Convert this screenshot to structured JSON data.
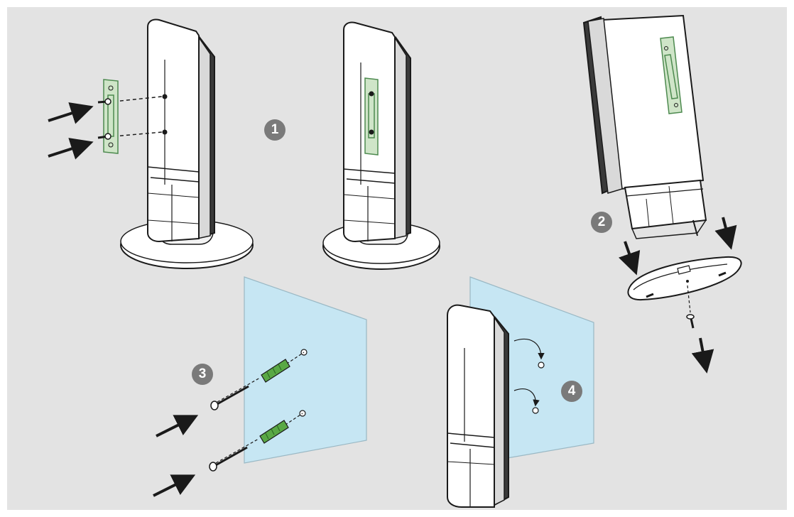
{
  "steps": [
    "1",
    "2",
    "3",
    "4"
  ],
  "colors": {
    "background": "#e3e3e3",
    "outline": "#1a1a1a",
    "speaker_body": "#ffffff",
    "speaker_shade": "#cfcfcf",
    "bracket": "#4d8a4f",
    "bracket_fill": "#cfe5c8",
    "wall": "#c6e6f3",
    "anchor": "#59a845",
    "badge": "#7a7a7a"
  },
  "icons": [
    "arrow-icon",
    "screw-icon",
    "wall-anchor-icon",
    "bracket-icon",
    "speaker-icon",
    "stand-base-icon",
    "wall-panel-icon"
  ]
}
